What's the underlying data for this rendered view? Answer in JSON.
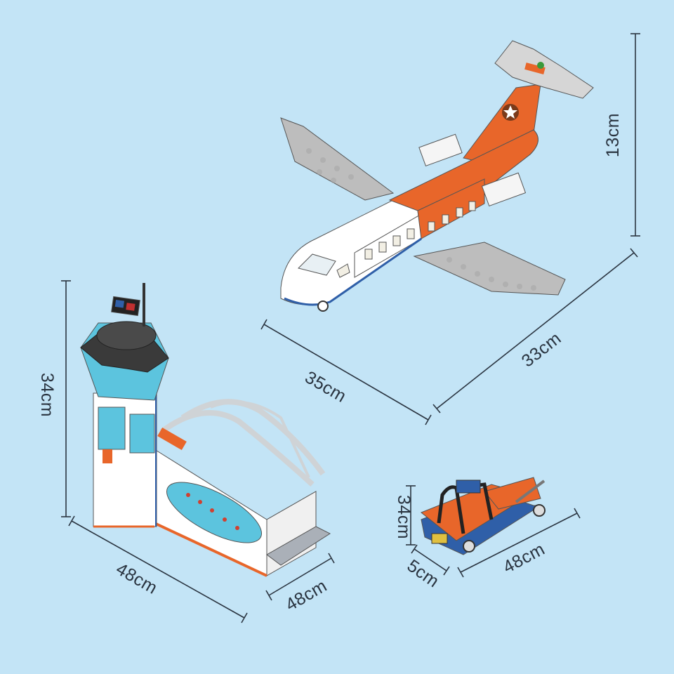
{
  "background_color": "#c3e4f6",
  "colors": {
    "orange": "#e8662a",
    "white": "#ffffff",
    "gray": "#bdbdbd",
    "dark_gray": "#4a4a4a",
    "teal": "#5cc4de",
    "blue": "#2f5fa8",
    "line": "#2a3440"
  },
  "products": [
    {
      "name": "airplane",
      "dimensions": {
        "height": "13cm",
        "length": "35cm",
        "width": "33cm"
      }
    },
    {
      "name": "control-tower-terminal",
      "dimensions": {
        "height": "34cm",
        "length": "48cm",
        "depth": "48cm"
      }
    },
    {
      "name": "tow-vehicle",
      "dimensions": {
        "height": "34cm",
        "width": "5cm",
        "length": "48cm"
      }
    }
  ]
}
